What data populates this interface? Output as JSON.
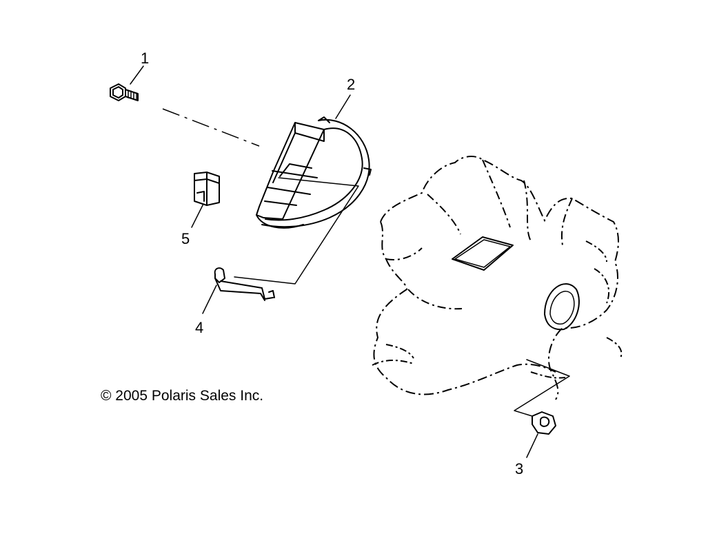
{
  "callouts": [
    {
      "id": "1",
      "label": "1"
    },
    {
      "id": "2",
      "label": "2"
    },
    {
      "id": "3",
      "label": "3"
    },
    {
      "id": "4",
      "label": "4"
    },
    {
      "id": "5",
      "label": "5"
    }
  ],
  "copyright": "© 2005 Polaris Sales Inc."
}
